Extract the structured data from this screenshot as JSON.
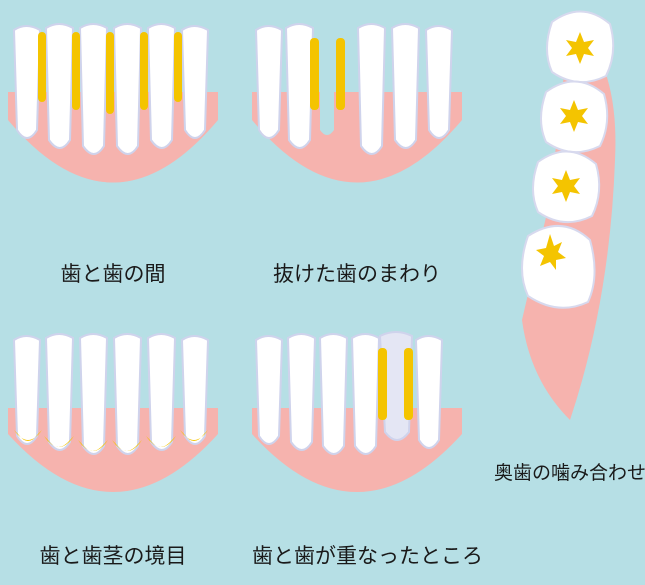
{
  "colors": {
    "background": "#b6dfe5",
    "gum": "#f6b3ae",
    "tooth": "#ffffff",
    "tooth_shadow": "#cfd3ec",
    "highlight": "#f4c400"
  },
  "panels": [
    {
      "label": "歯と歯の間",
      "icon": "teeth-gaps-highlight-icon"
    },
    {
      "label": "抜けた歯のまわり",
      "icon": "missing-tooth-area-icon"
    },
    {
      "label": "歯と歯茎の境目",
      "icon": "gumline-highlight-icon"
    },
    {
      "label": "歯と歯が重なったところ",
      "icon": "overlapping-teeth-icon"
    },
    {
      "label": "奥歯の噛み合わせ",
      "icon": "molar-biting-surface-icon"
    }
  ]
}
